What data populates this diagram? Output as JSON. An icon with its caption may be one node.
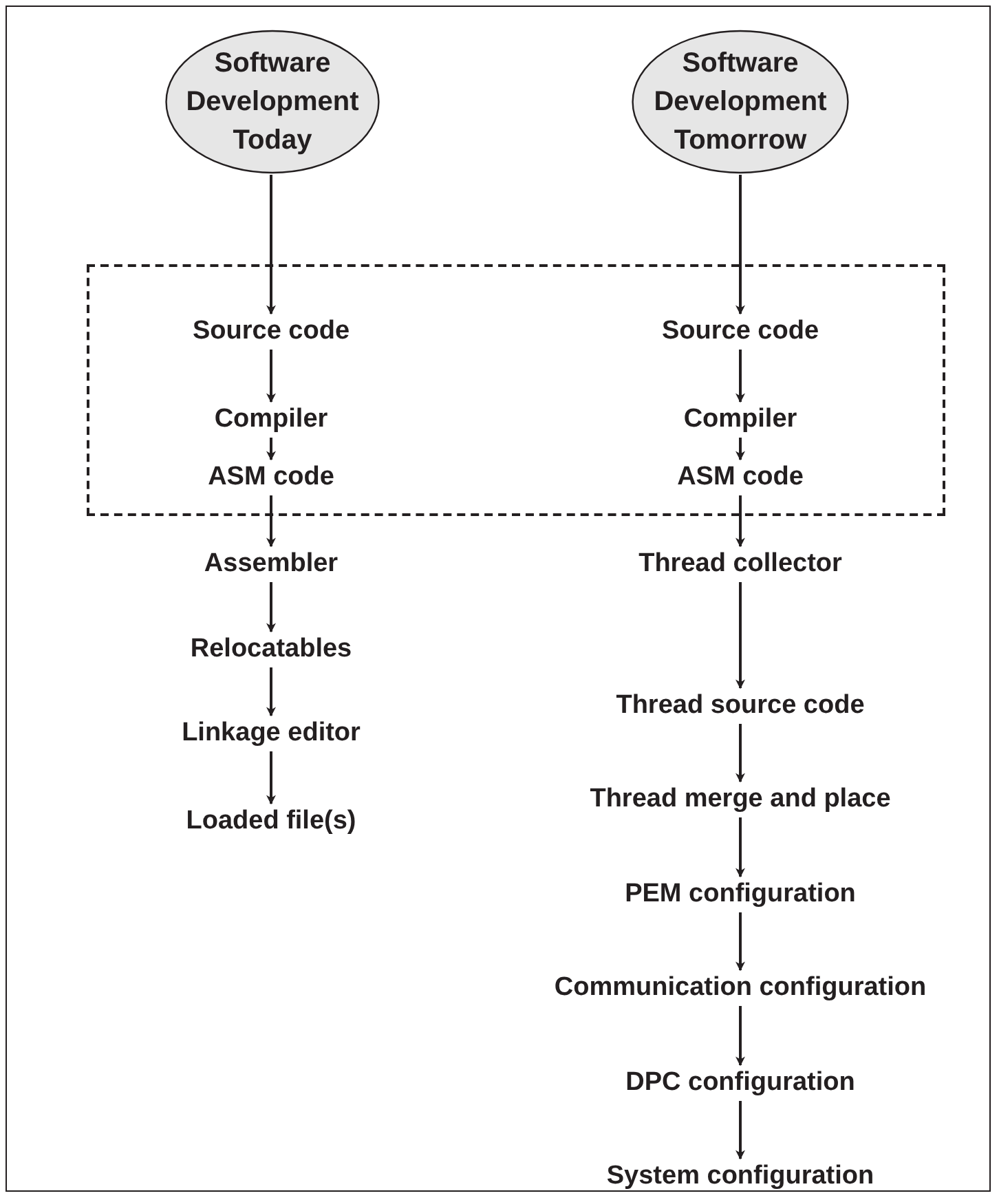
{
  "diagram": {
    "nodes": [
      {
        "text": [
          "Software Development Today"
        ]
      },
      {
        "text": [
          "Software Development Tomorrow"
        ]
      },
      {
        "text": [],
        "shape": "box"
      },
      {
        "text": [
          "Source code"
        ],
        "in": 2
      },
      {
        "text": [
          "Source code"
        ],
        "in": 2
      },
      {
        "text": [
          "Compiler"
        ],
        "in": 2
      },
      {
        "text": [
          "Compiler"
        ],
        "in": 2
      },
      {
        "text": [
          "ASM code"
        ],
        "in": 2
      },
      {
        "text": [
          "ASM code"
        ],
        "in": 2
      },
      {
        "text": [
          "Assembler"
        ]
      },
      {
        "text": [
          "Thread collector"
        ]
      },
      {
        "text": [
          "Relocatables"
        ]
      },
      {
        "text": [
          "Thread source code"
        ]
      },
      {
        "text": [
          "Linkage editor"
        ]
      },
      {
        "text": [
          "Thread merge and place"
        ]
      },
      {
        "text": [
          "Loaded file(s)"
        ]
      },
      {
        "text": [
          "PEM configuration"
        ]
      },
      {
        "text": [
          "Communication configuration"
        ]
      },
      {
        "text": [
          "DPC configuration"
        ]
      },
      {
        "text": [
          "System configuration"
        ]
      }
    ],
    "edges": [
      {
        "from": 0,
        "to": 3,
        "arrow": "to"
      },
      {
        "from": 3,
        "to": 5,
        "arrow": "to"
      },
      {
        "from": 5,
        "to": 7,
        "arrow": "to"
      },
      {
        "from": 7,
        "to": 9,
        "arrow": "to"
      },
      {
        "from": 9,
        "to": 11,
        "arrow": "to"
      },
      {
        "from": 11,
        "to": 13,
        "arrow": "to"
      },
      {
        "from": 13,
        "to": 15,
        "arrow": "to"
      },
      {
        "from": 1,
        "to": 4,
        "arrow": "to"
      },
      {
        "from": 4,
        "to": 6,
        "arrow": "to"
      },
      {
        "from": 6,
        "to": 8,
        "arrow": "to"
      },
      {
        "from": 8,
        "to": 10,
        "arrow": "to"
      },
      {
        "from": 10,
        "to": 12,
        "arrow": "to"
      },
      {
        "from": 12,
        "to": 14,
        "arrow": "to"
      },
      {
        "from": 14,
        "to": 16,
        "arrow": "to"
      },
      {
        "from": 16,
        "to": 17,
        "arrow": "to"
      },
      {
        "from": 17,
        "to": 18,
        "arrow": "to"
      },
      {
        "from": 18,
        "to": 19,
        "arrow": "to"
      }
    ]
  }
}
